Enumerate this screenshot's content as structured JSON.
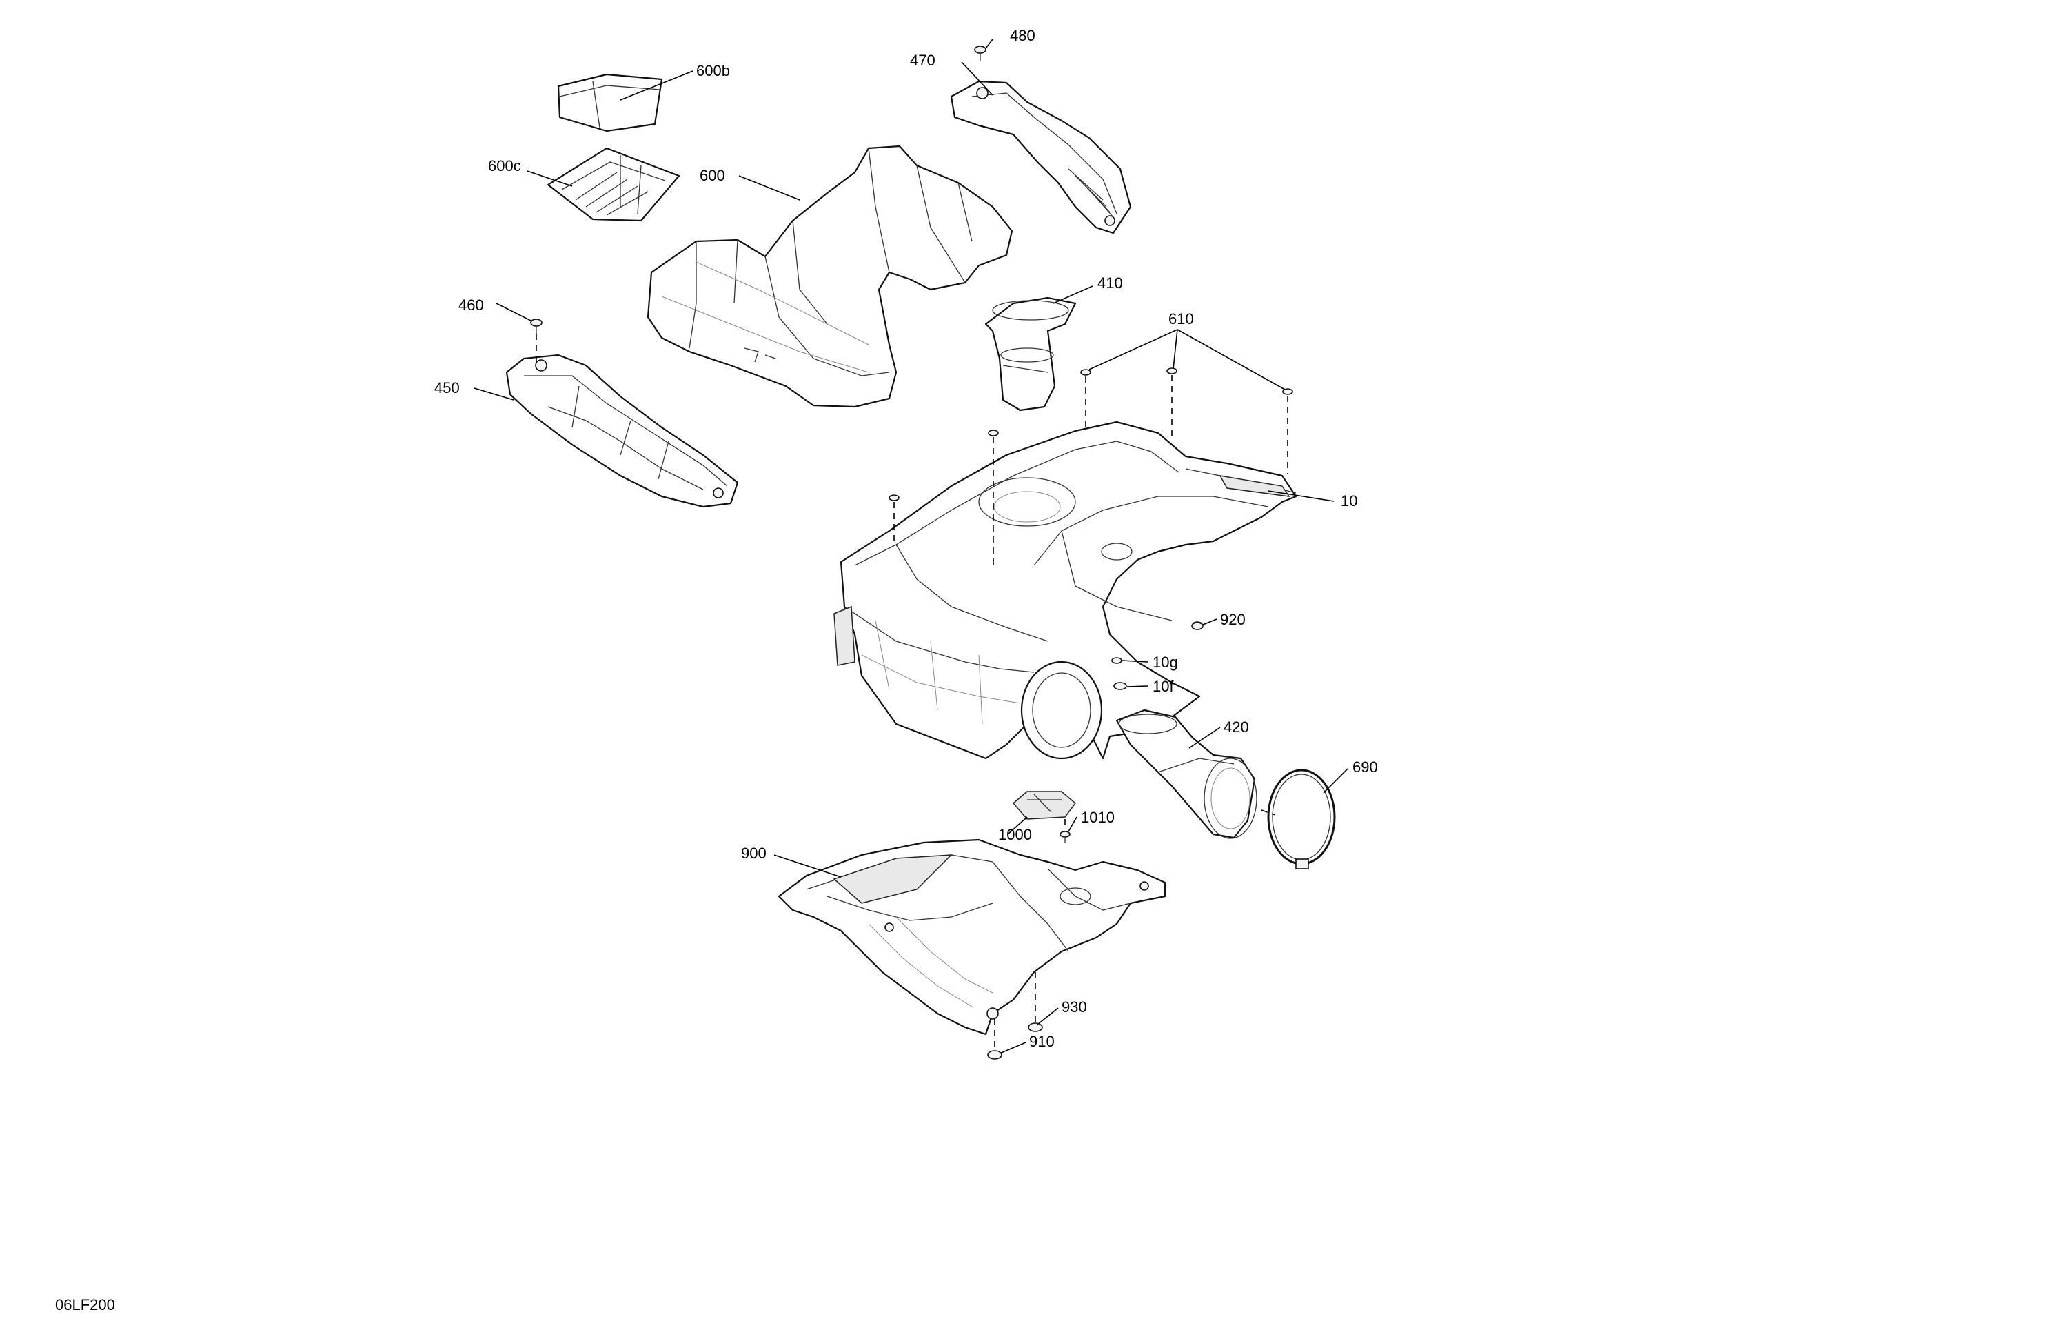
{
  "diagram": {
    "reference_code": "06LF200",
    "callouts": {
      "c600b": "600b",
      "c600c": "600c",
      "c600": "600",
      "c470": "470",
      "c480": "480",
      "c410": "410",
      "c610": "610",
      "c460": "460",
      "c450": "450",
      "c10": "10",
      "c920": "920",
      "c10g": "10g",
      "c10f": "10f",
      "c420": "420",
      "c690": "690",
      "c1010": "1010",
      "c1000": "1000",
      "c900": "900",
      "c930": "930",
      "c910": "910"
    }
  }
}
